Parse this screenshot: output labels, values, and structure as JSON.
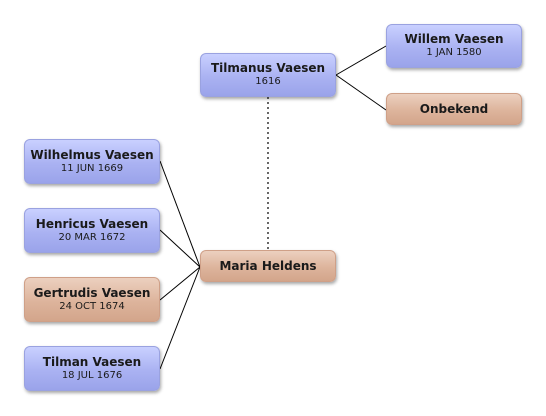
{
  "persons": {
    "father": {
      "name": "Tilmanus Vaesen",
      "date": "1616"
    },
    "grandfather": {
      "name": "Willem Vaesen",
      "date": "1 JAN 1580"
    },
    "grandmother": {
      "name": "Onbekend",
      "date": ""
    },
    "spouse": {
      "name": "Maria Heldens",
      "date": ""
    },
    "children": [
      {
        "name": "Wilhelmus Vaesen",
        "date": "11 JUN 1669"
      },
      {
        "name": "Henricus Vaesen",
        "date": "20 MAR 1672"
      },
      {
        "name": "Gertrudis Vaesen",
        "date": "24 OCT 1674"
      },
      {
        "name": "Tilman Vaesen",
        "date": "18 JUL 1676"
      }
    ]
  },
  "colors": {
    "male_fill": "#aab2f2",
    "female_fill": "#ddb49c",
    "connector": "#000000"
  }
}
